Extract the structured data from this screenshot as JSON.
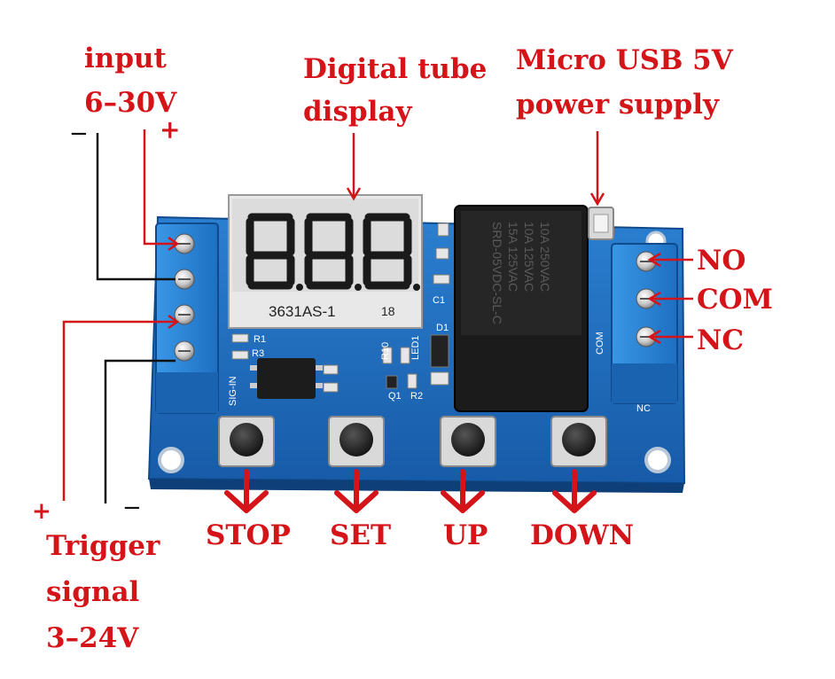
{
  "labels": {
    "input_line1": "input",
    "input_line2": "6–30V",
    "digital_line1": "Digital tube",
    "digital_line2": "display",
    "usb_line1": "Micro USB 5V",
    "usb_line2": "power supply",
    "no": "NO",
    "com": "COM",
    "nc": "NC",
    "trigger_line1": "Trigger",
    "trigger_line2": "signal",
    "trigger_line3": "3–24V"
  },
  "signs": {
    "input_minus": "−",
    "input_plus": "+",
    "trigger_plus": "+",
    "trigger_minus": "−"
  },
  "buttons": {
    "stop": "STOP",
    "set": "SET",
    "up": "UP",
    "down": "DOWN"
  },
  "board": {
    "display_model": "3631AS-1",
    "display_code": "18",
    "relay_text": [
      "10A 250VAC",
      "10A 125VAC",
      "15A 125VAC",
      "SRD-05VDC-SL-C"
    ],
    "silk_sig_in": "SIG-IN",
    "silk_nc": "NC",
    "silk_com": "COM",
    "silk_r1": "R1",
    "silk_r3": "R3",
    "silk_d1": "D1",
    "silk_c1": "C1",
    "silk_q1": "Q1",
    "silk_r2": "R2",
    "silk_led": "LED1",
    "silk_r10": "R10"
  },
  "colors": {
    "annotation": "#d41418",
    "pcb": "#1f6fc0",
    "terminal": "#2a86d6",
    "relay": "#1b1b1b",
    "wire": "#111111"
  }
}
